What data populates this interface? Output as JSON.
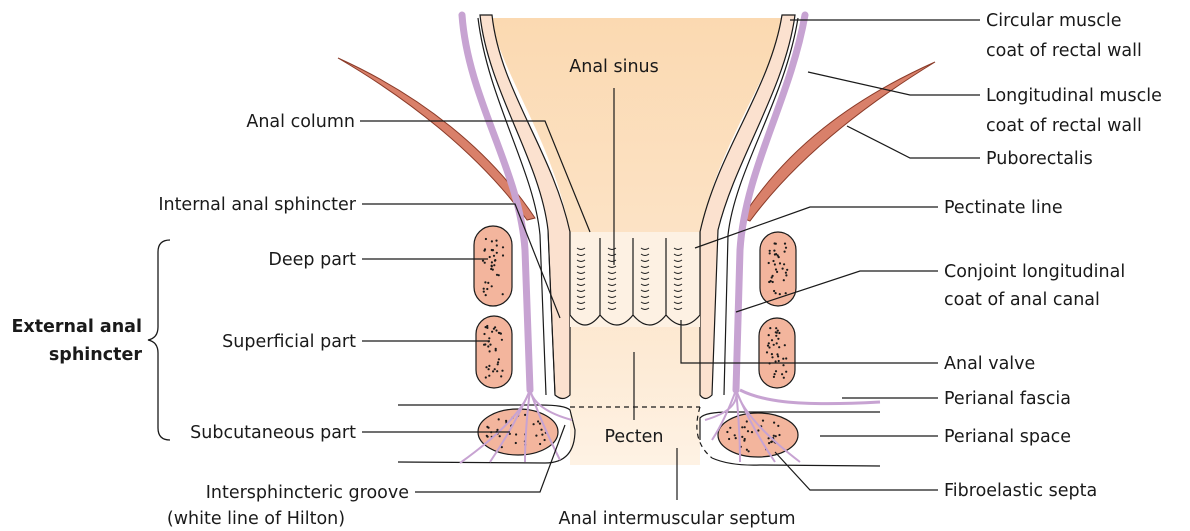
{
  "labels": {
    "circular_muscle": [
      "Circular muscle",
      "coat of rectal wall"
    ],
    "longitudinal_muscle": [
      "Longitudinal muscle",
      "coat of rectal wall"
    ],
    "puborectalis": "Puborectalis",
    "pectinate_line": "Pectinate line",
    "conjoint_longitudinal": [
      "Conjoint longitudinal",
      "coat of anal canal"
    ],
    "anal_valve": "Anal valve",
    "perianal_fascia": "Perianal fascia",
    "perianal_space": "Perianal space",
    "fibroelastic_septa": "Fibroelastic septa",
    "anal_intermuscular_septum": "Anal intermuscular septum",
    "intersphincteric_groove": [
      "Intersphincteric groove",
      "(white line of Hilton)"
    ],
    "anal_sinus": "Anal sinus",
    "anal_column": "Anal column",
    "internal_anal_sphincter": "Internal anal sphincter",
    "deep_part": "Deep part",
    "superficial_part": "Superficial part",
    "subcutaneous_part": "Subcutaneous part",
    "external_anal_sphincter": [
      "External anal",
      "sphincter"
    ],
    "pecten": "Pecten"
  },
  "colors": {
    "lumen": "#fbe0bf",
    "lumen_light": "#fdf1e3",
    "muscle": "#d9806a",
    "muscle_dark": "#b5553f",
    "sphincter_fill": "#f3b59d",
    "sphincter_stroke": "#1a1a1a",
    "longitudinal": "#c7a3d2",
    "outline": "#1a1a1a"
  }
}
